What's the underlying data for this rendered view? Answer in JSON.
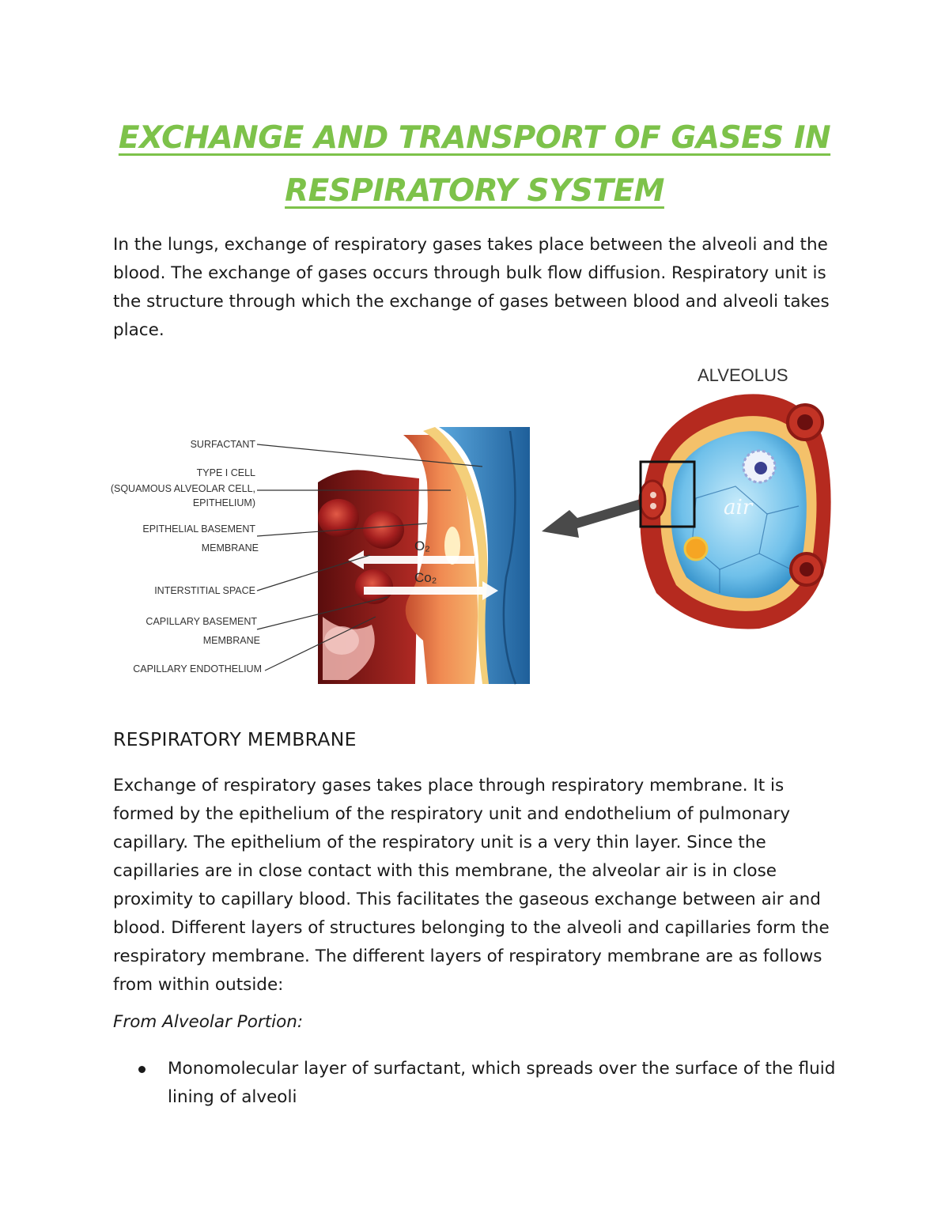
{
  "title": {
    "line1": "EXCHANGE AND TRANSPORT OF GASES IN",
    "line2": "RESPIRATORY SYSTEM"
  },
  "intro": "In the lungs, exchange of respiratory gases takes place between the alveoli and the blood. The exchange of gases occurs through bulk flow diffusion. Respiratory unit is the structure through which the exchange of gases between blood and alveoli takes place.",
  "figure": {
    "alveolus_title": "ALVEOLUS",
    "labels": {
      "surfactant": "SURFACTANT",
      "type1_line1": "TYPE I CELL",
      "type1_line2": "(SQUAMOUS ALVEOLAR CELL,",
      "type1_line3": "EPITHELIUM)",
      "ebm_line1": "EPITHELIAL BASEMENT",
      "ebm_line2": "MEMBRANE",
      "interstitial": "INTERSTITIAL SPACE",
      "cbm_line1": "CAPILLARY BASEMENT",
      "cbm_line2": "MEMBRANE",
      "endothelium": "CAPILLARY ENDOTHELIUM"
    },
    "gas_o2": "O₂",
    "gas_co2": "Co₂",
    "air": "air",
    "colors": {
      "blood": "#9b1b1b",
      "cell": "#e8794a",
      "membrane_blue": "#2f7fc1",
      "alveolus_blue": "#7fc8ee",
      "surfactant": "#f2c46b"
    }
  },
  "section_heading": "RESPIRATORY MEMBRANE",
  "body": "Exchange of respiratory gases takes place through respiratory membrane. It is formed by the epithelium of the respiratory unit and endothelium of pulmonary capillary. The epithelium of the respiratory unit is a very thin layer. Since the capillaries are in close contact with this membrane, the alveolar air is in close proximity to capillary blood. This facilitates the gaseous exchange between air and blood. Different layers of structures belonging to the alveoli and capillaries form the respiratory membrane. The different layers of respiratory membrane are as follows from within outside:",
  "subheading": "From Alveolar Portion:",
  "bullets": [
    "Monomolecular layer of surfactant, which spreads over the surface of the fluid lining of alveoli"
  ]
}
